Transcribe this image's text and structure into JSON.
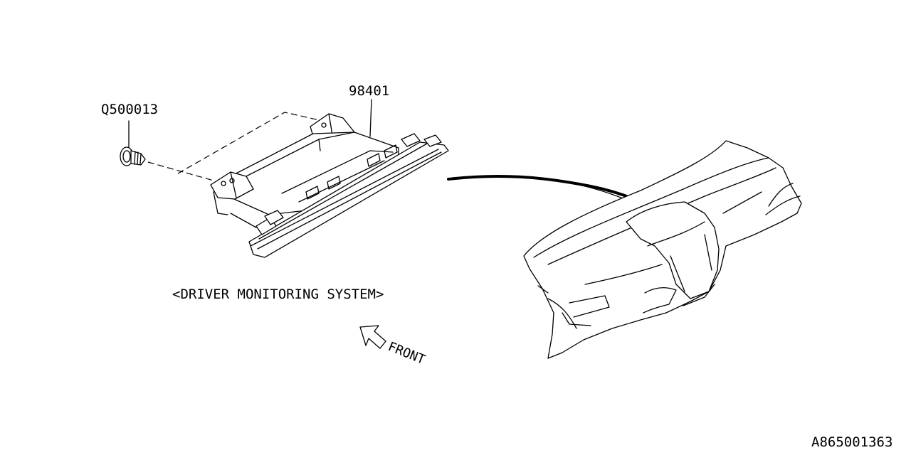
{
  "callouts": {
    "bolt_part_number": "Q500013",
    "module_part_number": "98401"
  },
  "caption": "<DRIVER MONITORING SYSTEM>",
  "direction_label": "FRONT",
  "figure_id": "A865001363",
  "chart_data": {
    "type": "diagram",
    "nodes": [
      {
        "id": "Q500013",
        "label": "Q500013"
      },
      {
        "id": "98401",
        "label": "98401"
      }
    ]
  }
}
